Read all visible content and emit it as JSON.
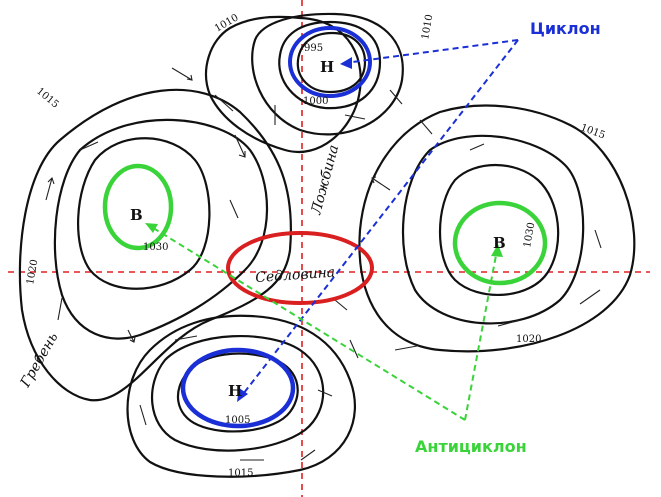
{
  "labels": {
    "cyclone_callout": "Циклон",
    "anticyclone_callout": "Антициклон",
    "saddle": "Седловина",
    "trough": "Ложбина",
    "ridge": "Гребень"
  },
  "centers": {
    "low_top": "Н",
    "low_bottom": "Н",
    "high_left": "В",
    "high_right": "В"
  },
  "isobars": {
    "i1010_top": "1010",
    "i995": "995",
    "i1000": "1000",
    "i1010_right": "1010",
    "i1015_left": "1015",
    "i1015_right": "1015",
    "i1020_left": "1020",
    "i1030_left": "1030",
    "i1030_right": "1030",
    "i1020_right": "1020",
    "i1005": "1005",
    "i1015_bottom": "1015"
  },
  "colors": {
    "cyclone": "#1a2fd6",
    "anticyclone": "#3ad43a",
    "saddle": "#d91f1f",
    "axis": "#e02020"
  }
}
